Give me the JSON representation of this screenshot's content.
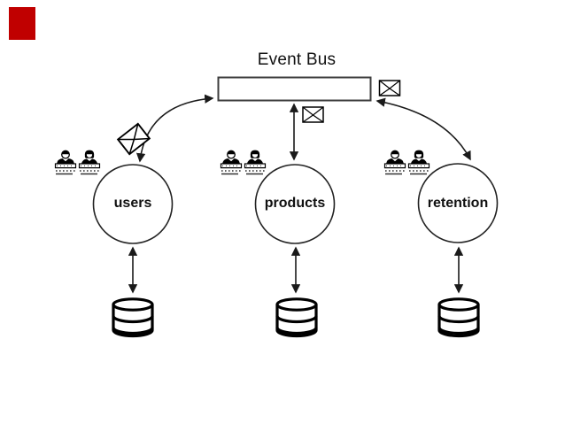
{
  "diagram": {
    "title": "Event Bus",
    "services": [
      {
        "label": "users"
      },
      {
        "label": "products"
      },
      {
        "label": "retention"
      }
    ],
    "edges": [
      {
        "from": "users",
        "to": "event-bus",
        "style": "curved-double-arrow",
        "icon": "envelope"
      },
      {
        "from": "products",
        "to": "event-bus",
        "style": "straight-double-arrow",
        "icon": "envelope"
      },
      {
        "from": "retention",
        "to": "event-bus",
        "style": "curved-double-arrow",
        "icon": "envelope"
      },
      {
        "from": "users",
        "to": "users-database",
        "style": "straight-double-arrow"
      },
      {
        "from": "products",
        "to": "products-database",
        "style": "straight-double-arrow"
      },
      {
        "from": "retention",
        "to": "retention-database",
        "style": "straight-double-arrow"
      }
    ],
    "icons": {
      "envelope": "envelope-icon",
      "database": "database-icon",
      "actors": [
        "man-at-desk-icon",
        "woman-at-desk-icon"
      ]
    },
    "colors": {
      "line": "#1a1a1a",
      "red_marker": "#c00000",
      "background": "#ffffff"
    }
  }
}
